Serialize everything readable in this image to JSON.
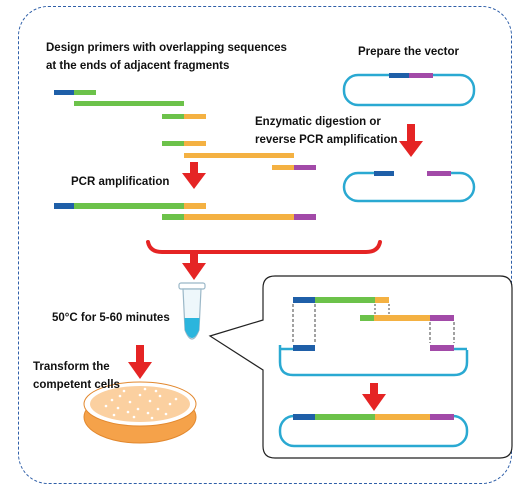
{
  "labels": {
    "design_primers_1": "Design primers with overlapping sequences",
    "design_primers_2": "at the ends of adjacent fragments",
    "prepare_vector": "Prepare the vector",
    "digestion_1": "Enzymatic digestion or",
    "digestion_2": "reverse PCR amplification",
    "pcr_amplification": "PCR amplification",
    "incubation": "50°C for 5-60 minutes",
    "transform_1": "Transform the",
    "transform_2": "competent cells"
  },
  "colors": {
    "frame": "#2f5fa8",
    "fragment_blue": "#1f5fa8",
    "fragment_green": "#6cc24a",
    "fragment_orange": "#f4b142",
    "fragment_purple": "#a24aa8",
    "vector_outline": "#2aa9d2",
    "arrow_red": "#e52424",
    "callout_border": "#222222",
    "dish_orange": "#f5a24a",
    "tube_blue": "#2bb5dd"
  },
  "icons": {
    "arrow": "red-down-arrow-icon",
    "tube": "microcentrifuge-tube-icon",
    "dish": "petri-dish-icon",
    "vector": "plasmid-vector-icon"
  }
}
